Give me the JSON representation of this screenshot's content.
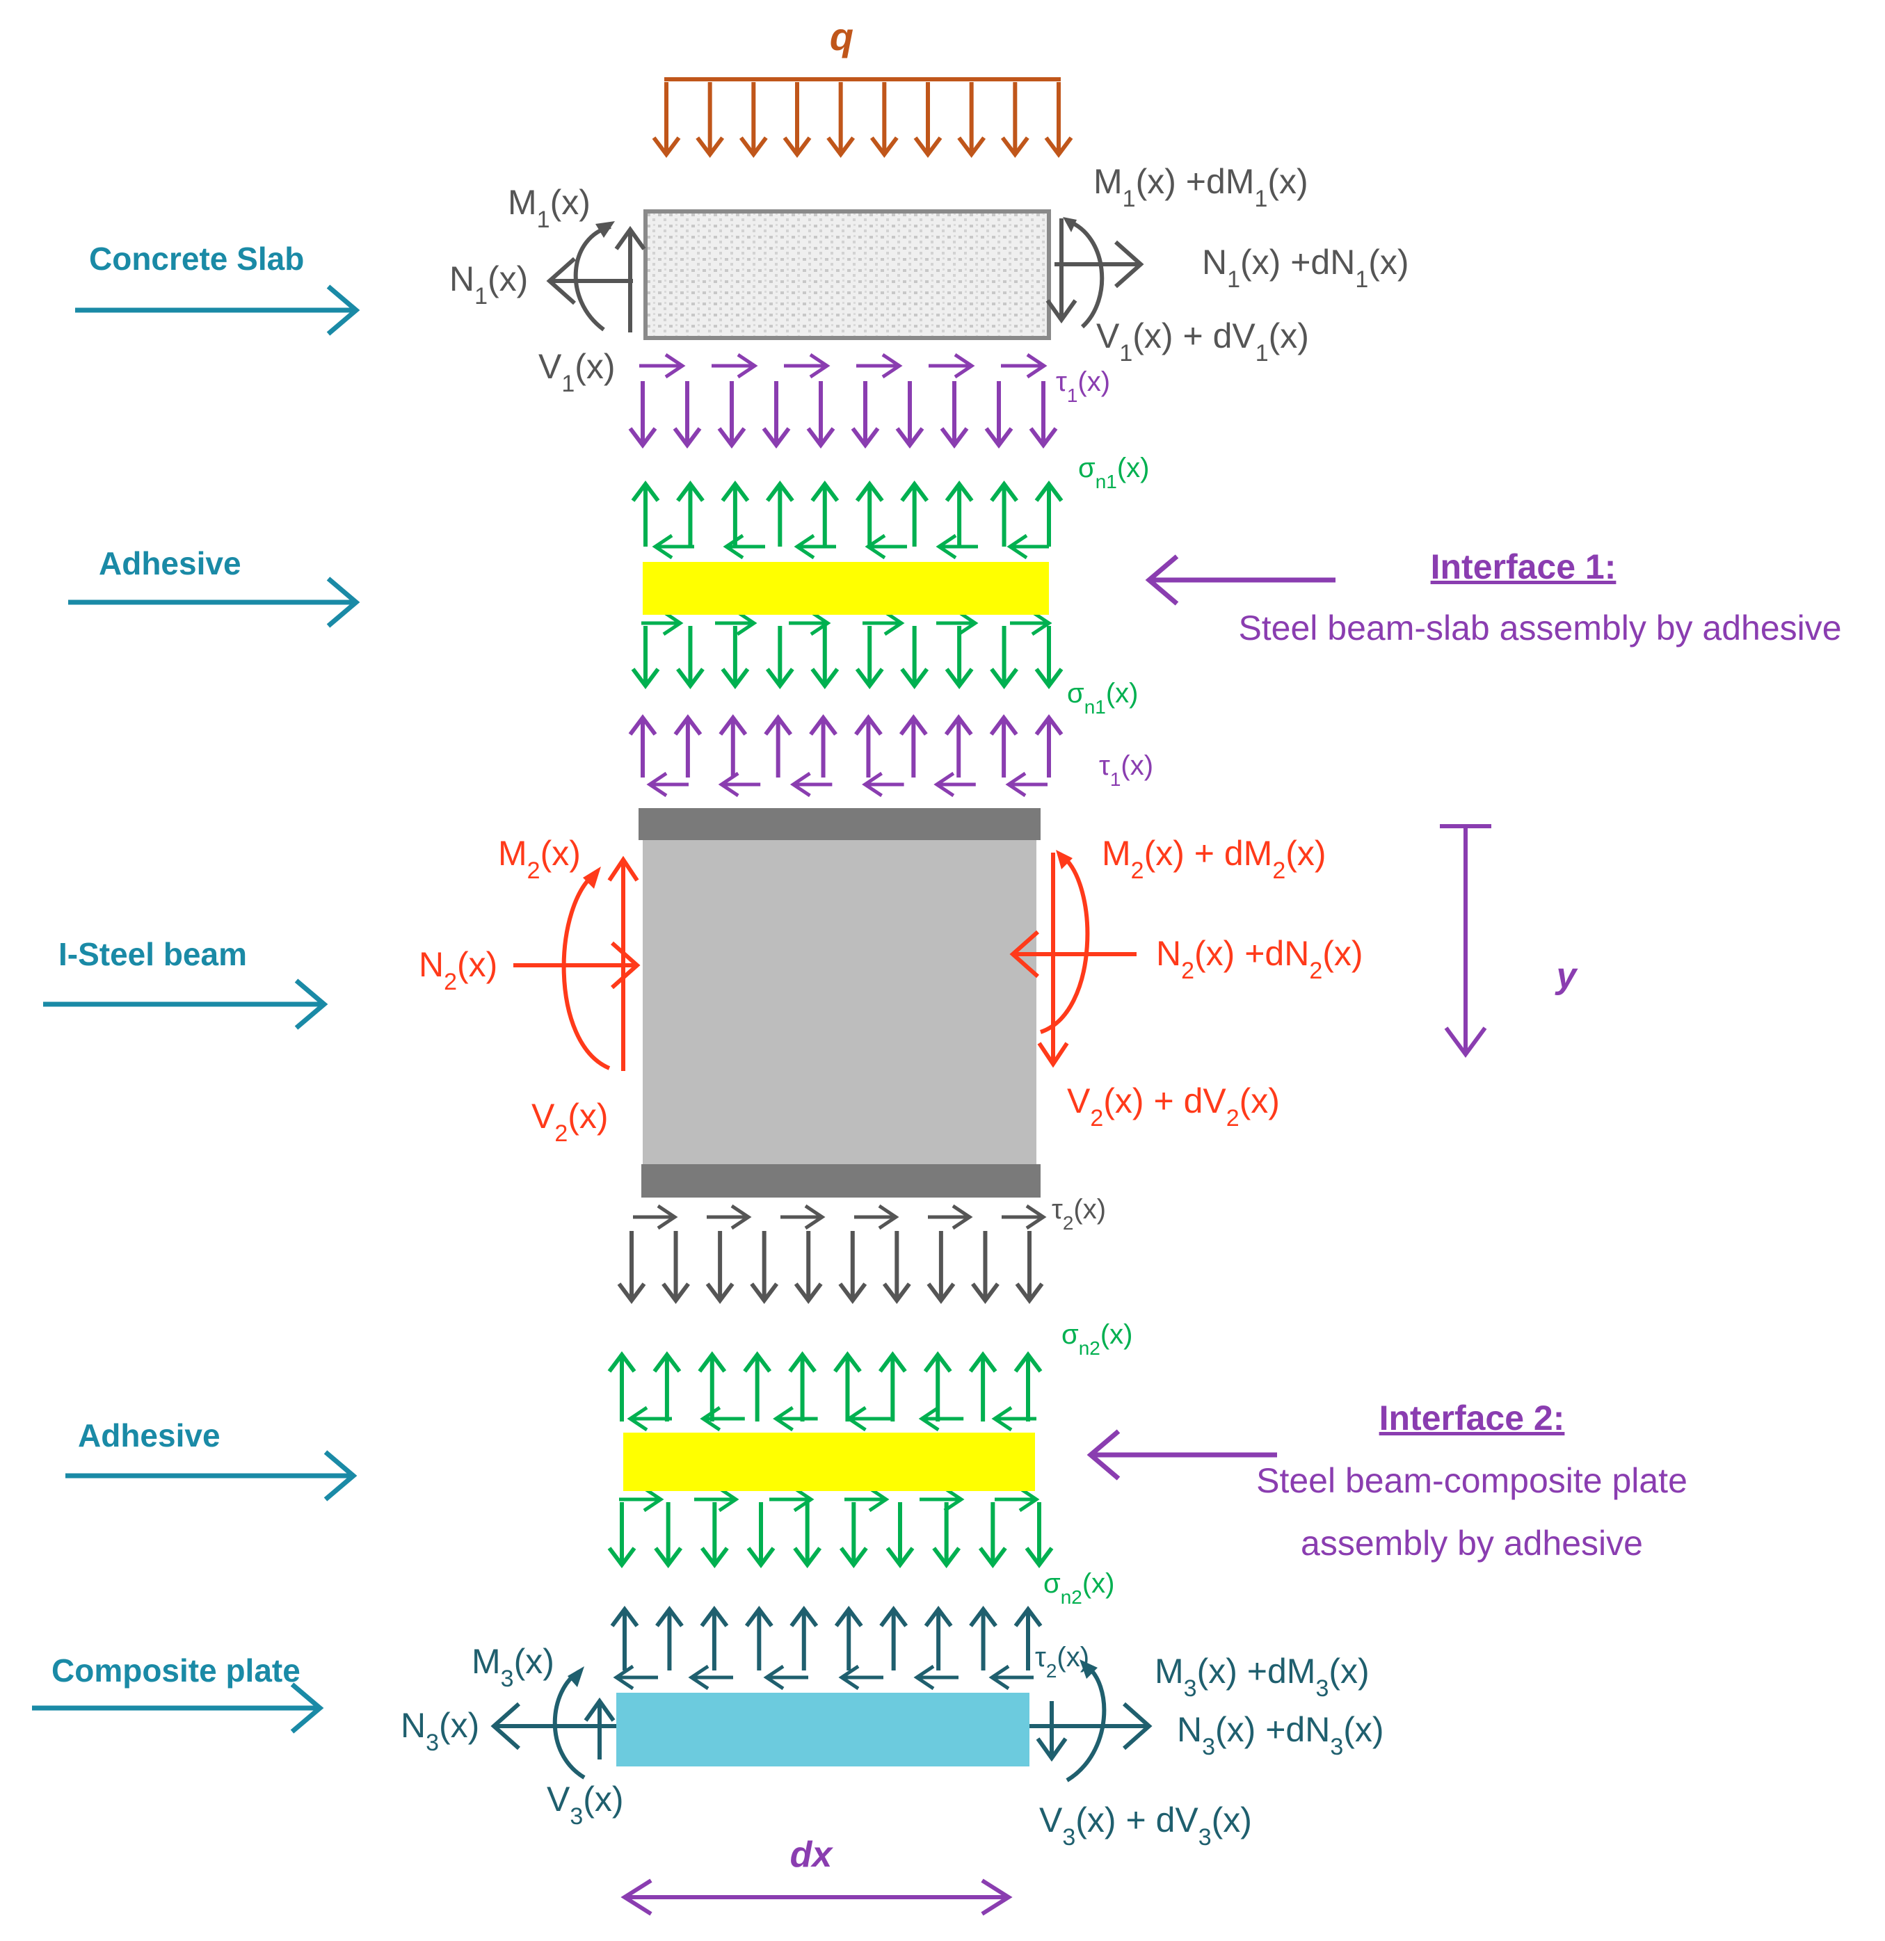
{
  "colors": {
    "teal": "#1a8aa6",
    "purple": "#8a3db0",
    "green": "#00b050",
    "red": "#ff3a1a",
    "gray": "#555555",
    "brown": "#c0561a",
    "darkteal": "#1f5f6e",
    "yellow": "#ffff00",
    "cyan": "#6ccbde",
    "steel": "#bdbdbd",
    "flange": "#7a7a7a"
  },
  "sections": {
    "concrete": "Concrete Slab",
    "adhesive1": "Adhesive",
    "steel": "I-Steel beam",
    "adhesive2": "Adhesive",
    "composite": "Composite plate"
  },
  "interface1": {
    "title": "Interface 1:",
    "desc": "Steel beam-slab assembly by adhesive"
  },
  "interface2": {
    "title": "Interface 2:",
    "desc1": "Steel beam-composite plate",
    "desc2": "assembly by adhesive"
  },
  "load": {
    "q": "q",
    "dx": "dx",
    "y": "y"
  },
  "slab": {
    "M": [
      "M",
      "1",
      "(x)"
    ],
    "N": [
      "N",
      "1",
      "(x)"
    ],
    "V": [
      "V",
      "1",
      "(x)"
    ],
    "Md": [
      "M",
      "1",
      "(x) +dM",
      "1",
      "(x)"
    ],
    "Nd": [
      "N",
      "1",
      "(x) +dN",
      "1",
      "(x)"
    ],
    "Vd": [
      "V",
      "1",
      "(x) + dV",
      "1",
      "(x)"
    ]
  },
  "beam": {
    "M": [
      "M",
      "2",
      "(x)"
    ],
    "N": [
      "N",
      "2",
      "(x)"
    ],
    "V": [
      "V",
      "2",
      "(x)"
    ],
    "Md": [
      "M",
      "2",
      "(x) + dM",
      "2",
      "(x)"
    ],
    "Nd": [
      "N",
      "2",
      "(x) +dN",
      "2",
      "(x)"
    ],
    "Vd": [
      "V",
      "2",
      "(x) + dV",
      "2",
      "(x)"
    ]
  },
  "plate": {
    "M": [
      "M",
      "3",
      "(x)"
    ],
    "N": [
      "N",
      "3",
      "(x)"
    ],
    "V": [
      "V",
      "3",
      "(x)"
    ],
    "Md": [
      "M",
      "3",
      "(x) +dM",
      "3",
      "(x)"
    ],
    "Nd": [
      "N",
      "3",
      "(x) +dN",
      "3",
      "(x)"
    ],
    "Vd": [
      "V",
      "3",
      "(x) + dV",
      "3",
      "(x)"
    ]
  },
  "stress": {
    "tau1a": [
      "τ",
      "1",
      "(x)"
    ],
    "sig1a": [
      "σ",
      "n1",
      "(x)"
    ],
    "sig1b": [
      "σ",
      "n1",
      "(x)"
    ],
    "tau1b": [
      "τ",
      "1",
      "(x)"
    ],
    "tau2a": [
      "τ",
      "2",
      "(x)"
    ],
    "sig2a": [
      "σ",
      "n2",
      "(x)"
    ],
    "sig2b": [
      "σ",
      "n2",
      "(x)"
    ],
    "tau2b": [
      "τ",
      "2",
      "(x)"
    ]
  }
}
